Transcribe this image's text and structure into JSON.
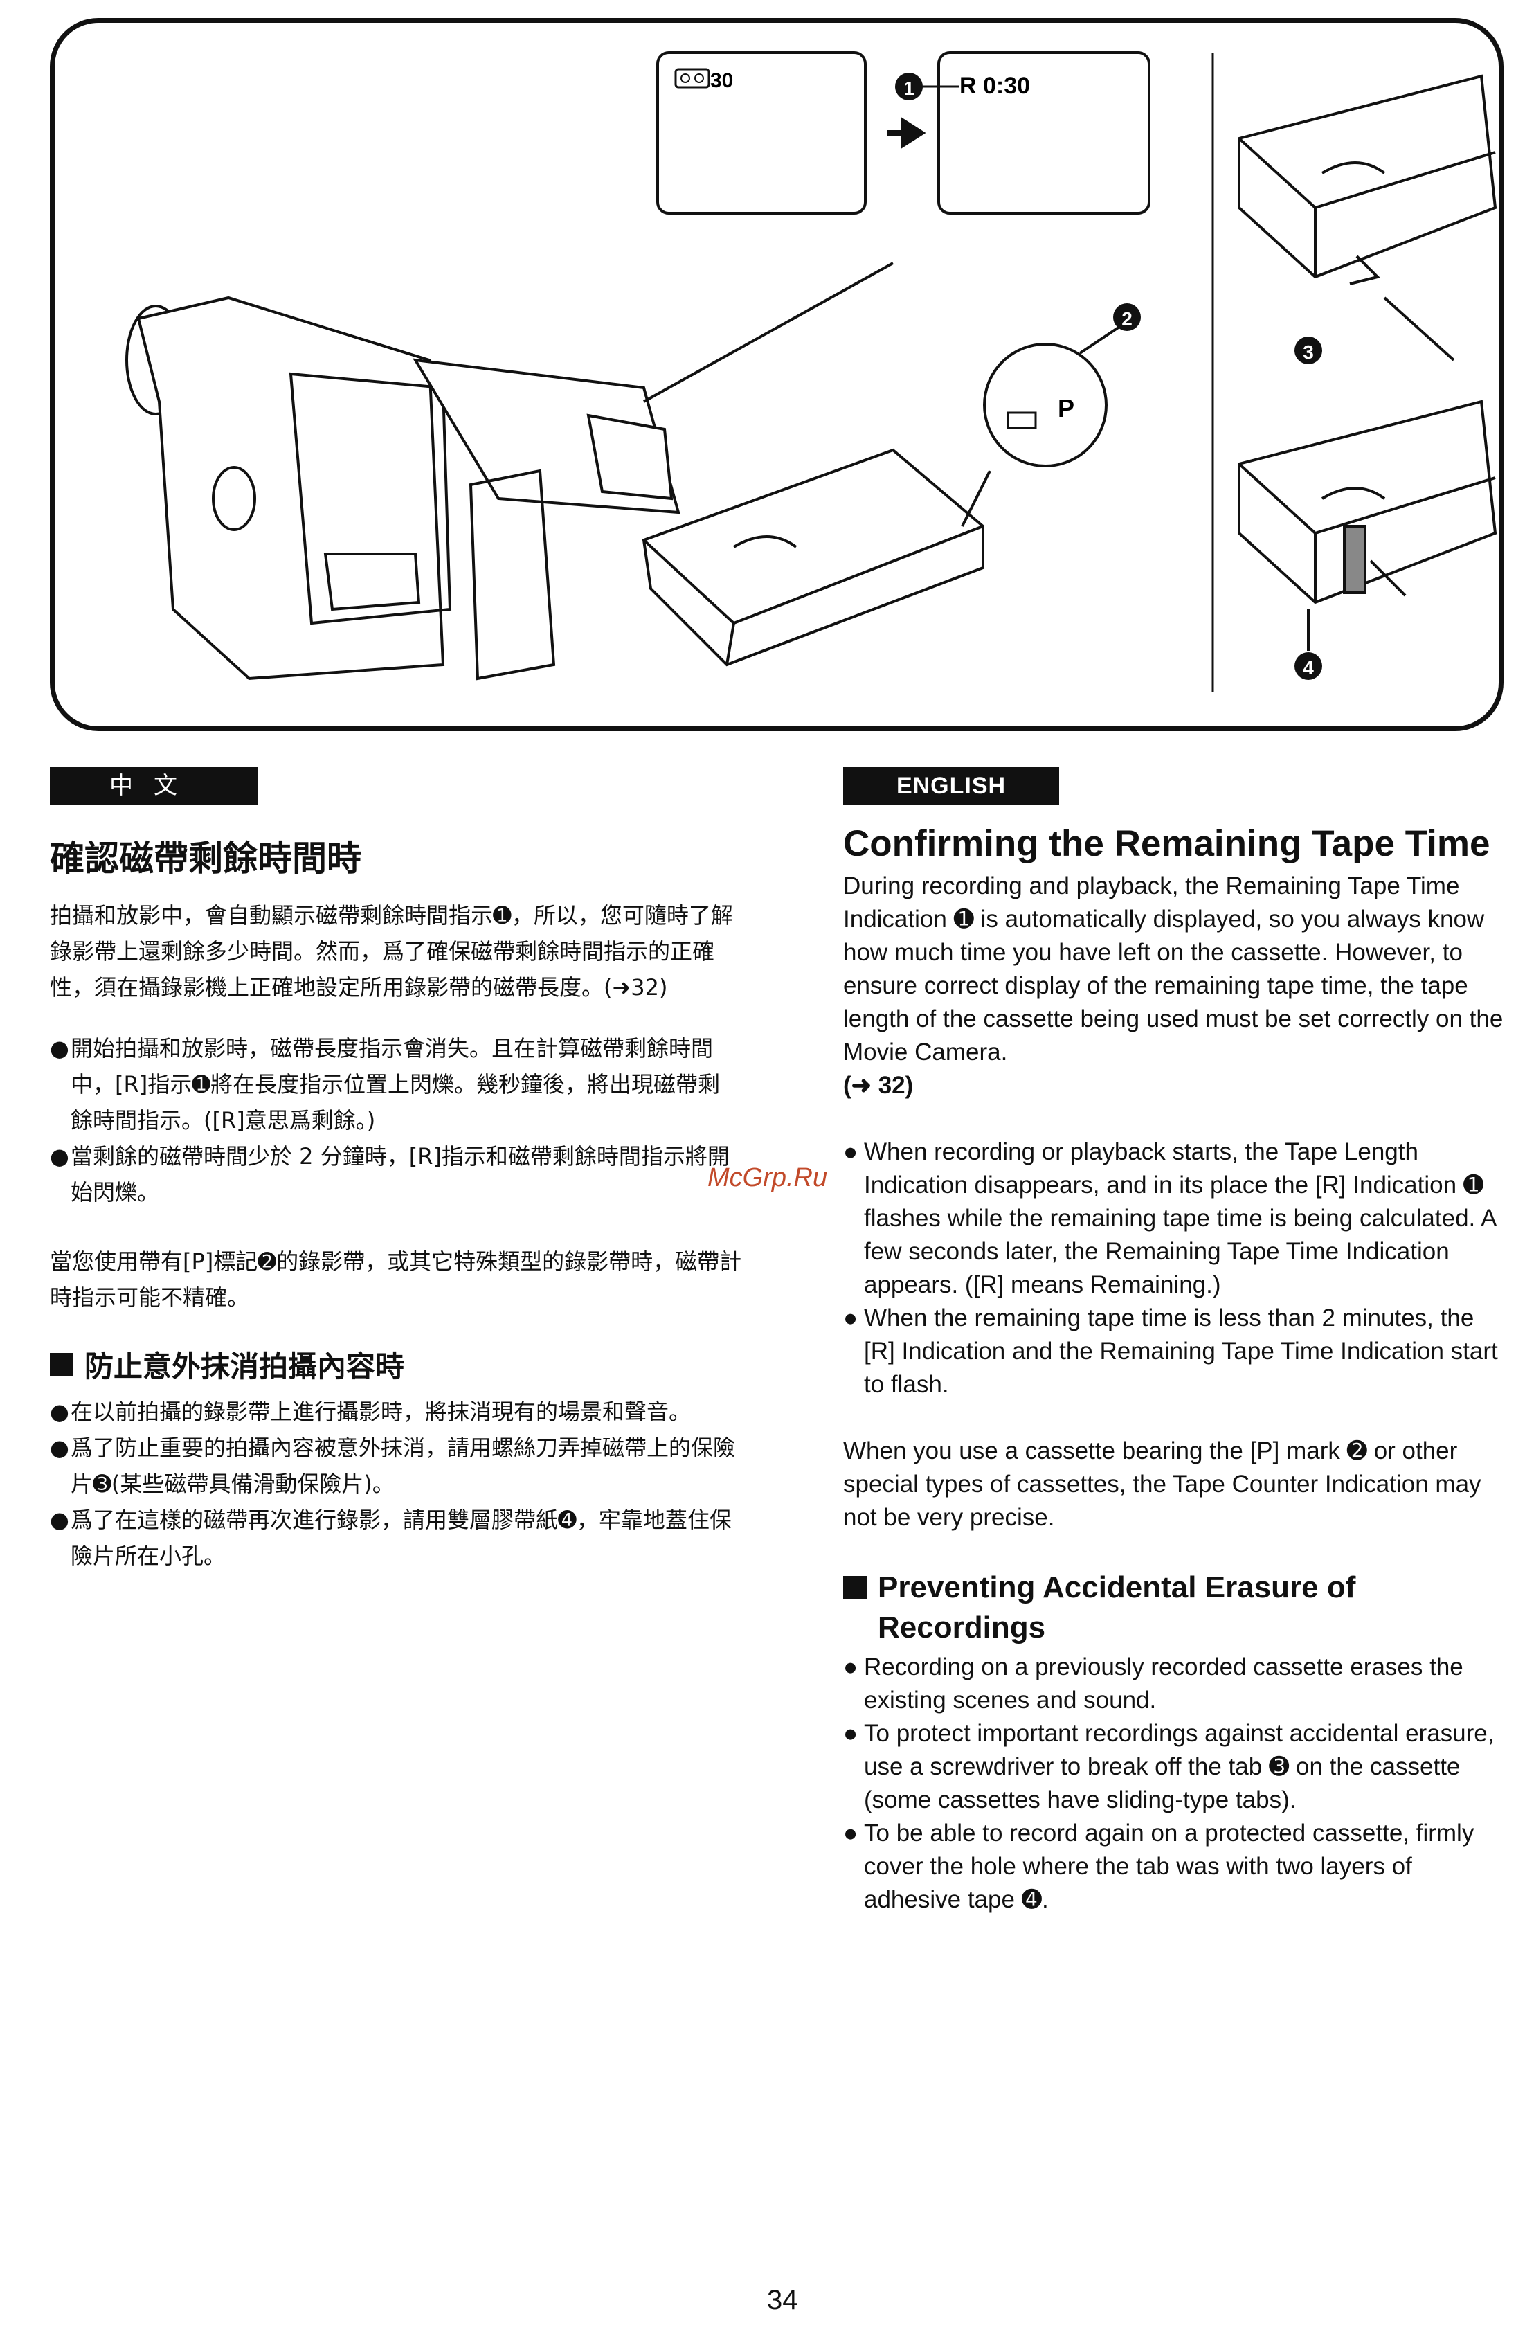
{
  "figure": {
    "lcd_left": "30",
    "lcd_right": "R  0:30",
    "tab_mark": "P",
    "callouts": [
      "1",
      "2",
      "3",
      "4"
    ]
  },
  "chinese": {
    "tab_label": "中文",
    "title": "確認磁帶剩餘時間時",
    "intro": [
      "拍攝和放影中，會自動顯示磁帶剩餘時間指示",
      "，所以，您可隨時了解錄影帶上還剩餘多少時間。然而，爲了確保磁帶剩餘時間指示的正確性，須在攝錄影機上正確地設定所用錄影帶的磁帶長度。(➜32)"
    ],
    "bullets": [
      [
        "開始拍攝和放影時，磁帶長度指示會消失。且在計算磁帶剩餘時間中，[R]指示",
        "將在長度指示位置上閃爍。幾秒鐘後，將出現磁帶剩餘時間指示。([R]意思爲剩餘。)"
      ],
      [
        "當剩餘的磁帶時間少於 2 分鐘時，[R]指示和磁帶剩餘時間指示將開始閃爍。"
      ]
    ],
    "p_mark_note": [
      "當您使用帶有[P]標記",
      "的錄影帶，或其它特殊類型的錄影帶時，磁帶計時指示可能不精確。"
    ],
    "subheading": "防止意外抹消拍攝內容時",
    "erase_bullets": [
      [
        "在以前拍攝的錄影帶上進行攝影時，將抹消現有的場景和聲音。"
      ],
      [
        "爲了防止重要的拍攝內容被意外抹消，請用螺絲刀弄掉磁帶上的保險片",
        "(某些磁帶具備滑動保險片)。"
      ],
      [
        "爲了在這樣的磁帶再次進行錄影，請用雙層膠帶紙",
        "，牢靠地蓋住保險片所在小孔。"
      ]
    ]
  },
  "english": {
    "tab_label": "ENGLISH",
    "title": "Confirming the Remaining Tape Time",
    "intro": [
      "During recording and playback, the Remaining Tape Time Indication",
      "is automatically displayed, so you always know how much time you have left on the cassette. However, to ensure correct display of the remaining tape time, the tape length of the cassette being used must be set correctly on the Movie Camera."
    ],
    "intro_ref": "(➜ 32)",
    "bullets": [
      [
        "When recording or playback starts, the Tape Length Indication disappears, and in its place the [R] Indication",
        "flashes while the remaining tape time is being calculated. A few seconds later, the Remaining Tape Time Indication appears. ([R] means Remaining.)"
      ],
      [
        "When the remaining tape time is less than 2 minutes, the [R] Indication and the Remaining Tape Time Indication start to flash."
      ]
    ],
    "p_mark_note": [
      "When you use a cassette bearing the [P] mark",
      "or other special types of cassettes, the Tape Counter Indication may not be very precise."
    ],
    "subheading": "Preventing Accidental Erasure of Recordings",
    "erase_bullets": [
      [
        "Recording on a previously recorded cassette erases the existing scenes and sound."
      ],
      [
        "To protect important recordings against accidental erasure, use a screwdriver to break off the tab",
        "on the cassette (some cassettes have sliding-type tabs)."
      ],
      [
        "To be able to record again on a protected cassette, firmly cover the hole where the tab was with two layers of adhesive tape",
        "."
      ]
    ]
  },
  "watermark": "McGrp.Ru",
  "page_number": "34"
}
